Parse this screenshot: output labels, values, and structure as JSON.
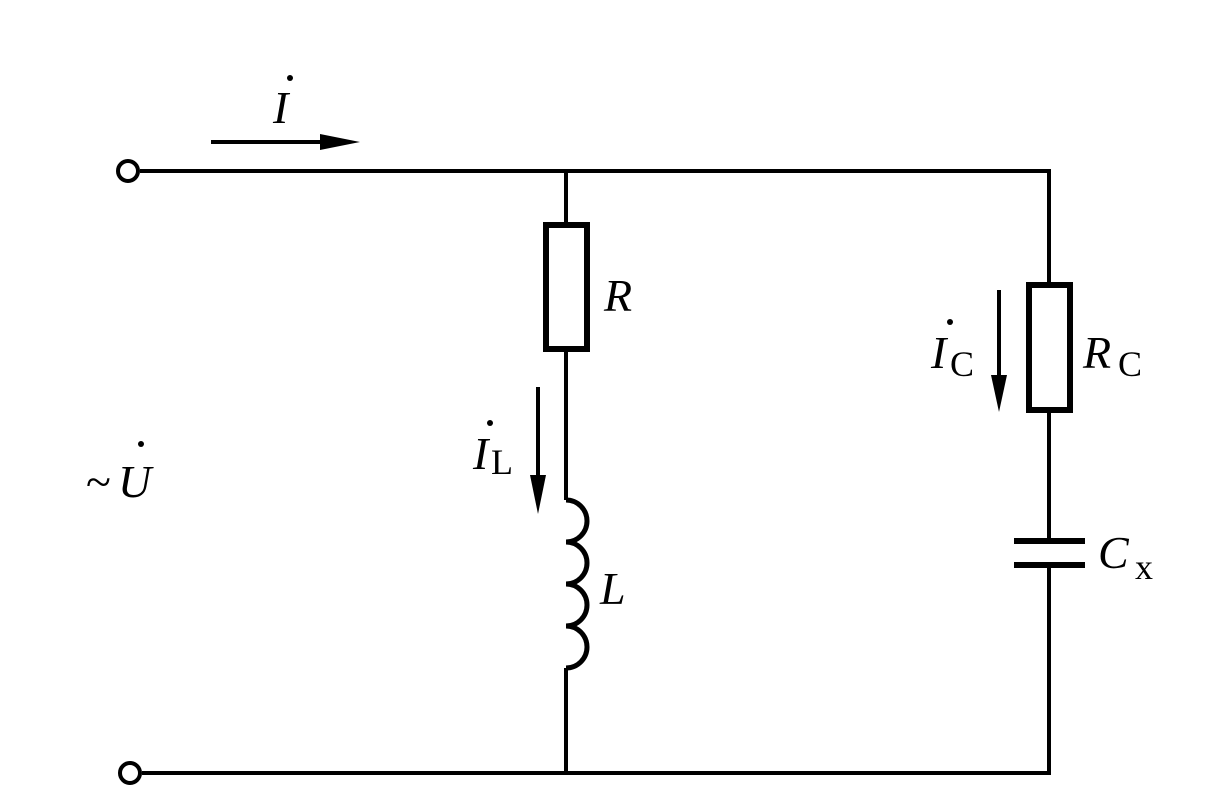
{
  "labels": {
    "source_symbol": "~",
    "source_voltage": "U",
    "total_current": "I",
    "branch_resistor": "R",
    "branch_inductor": "L",
    "inductor_current": "I",
    "inductor_current_sub": "L",
    "capacitor_current": "I",
    "capacitor_current_sub": "C",
    "cap_resistor": "R",
    "cap_resistor_sub": "C",
    "capacitor": "C",
    "capacitor_sub": "x"
  },
  "colors": {
    "stroke": "#000000",
    "background": "#ffffff"
  }
}
